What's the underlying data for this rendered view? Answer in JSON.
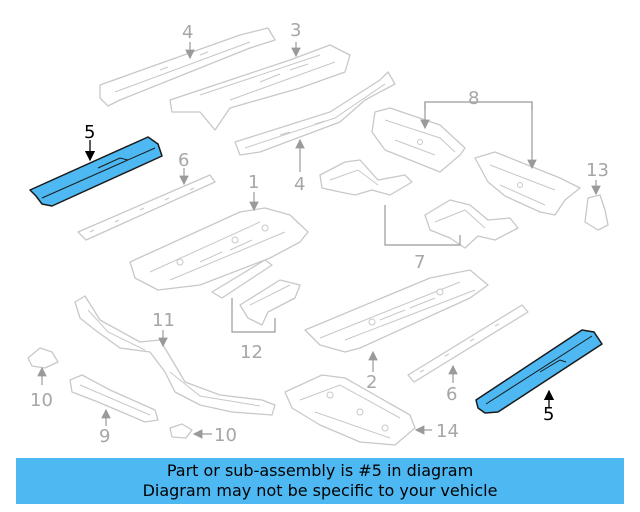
{
  "callouts": {
    "n1": "1",
    "n2": "2",
    "n3": "3",
    "n4a": "4",
    "n4b": "4",
    "n5a": "5",
    "n5b": "5",
    "n6a": "6",
    "n6b": "6",
    "n7": "7",
    "n8": "8",
    "n9": "9",
    "n10a": "10",
    "n10b": "10",
    "n11": "11",
    "n12": "12",
    "n13": "13",
    "n14": "14"
  },
  "highlight_part": "5",
  "colors": {
    "highlight": "#4db8f2",
    "banner": "#4db8f2",
    "part_stroke": "#c8c8c8",
    "label_gray": "#a6a6a6"
  },
  "banner": {
    "line1": "Part or sub-assembly is #5 in diagram",
    "line2": "Diagram may not be specific to your vehicle"
  }
}
